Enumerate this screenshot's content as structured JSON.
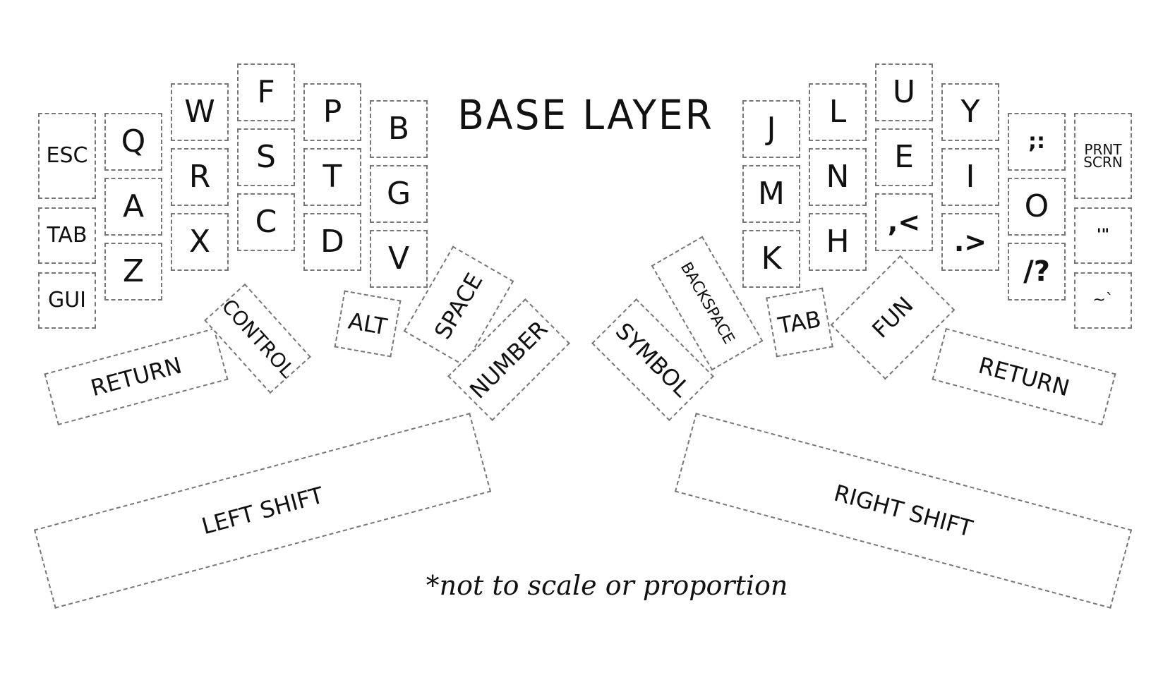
{
  "title": "BASE LAYER",
  "footnote": "*not to scale or proportion",
  "keys": {
    "esc": "ESC",
    "tab_left": "TAB",
    "gui": "GUI",
    "q": "Q",
    "a": "A",
    "z": "Z",
    "w": "W",
    "r": "R",
    "x": "X",
    "f": "F",
    "s": "S",
    "c": "C",
    "p": "P",
    "t": "T",
    "d": "D",
    "b": "B",
    "g": "G",
    "v": "V",
    "j": "J",
    "m": "M",
    "k": "K",
    "l": "L",
    "n": "N",
    "h": "H",
    "u": "U",
    "e": "E",
    "comma": ",<",
    "y": "Y",
    "i": "I",
    "period": ".>",
    "semicolon": ";:",
    "o": "O",
    "slash": "/?",
    "prnt_scrn": "PRNT\nSCRN",
    "quote": "'\"",
    "tilde": "~`",
    "return_left": "RETURN",
    "control": "CONTROL",
    "alt": "ALT",
    "space": "SPACE",
    "number": "NUMBER",
    "symbol": "SYMBOL",
    "backspace": "BACKSPACE",
    "tab_right": "TAB",
    "fun": "FUN",
    "return_right": "RETURN",
    "left_shift": "LEFT SHIFT",
    "right_shift": "RIGHT SHIFT"
  }
}
